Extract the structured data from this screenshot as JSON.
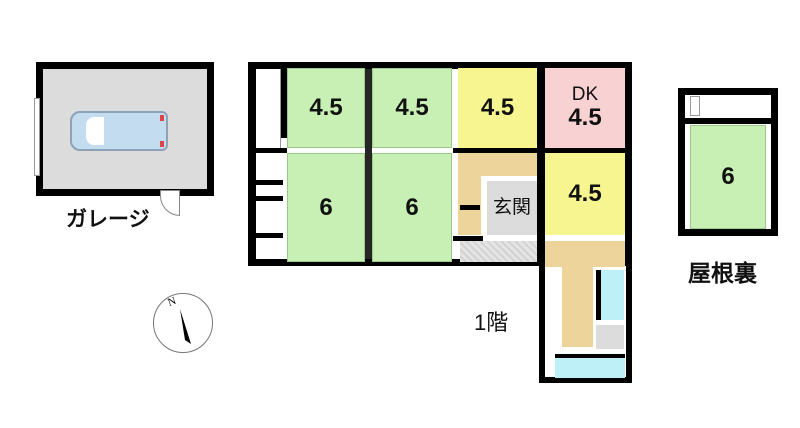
{
  "garage": {
    "label": "ガレージ"
  },
  "floor1": {
    "label": "1階",
    "rooms": [
      {
        "name": "washitsu-nw",
        "size": "4.5"
      },
      {
        "name": "washitsu-n",
        "size": "4.5"
      },
      {
        "name": "yoshitsu-n",
        "size": "4.5"
      },
      {
        "name": "dk",
        "type": "DK",
        "size": "4.5"
      },
      {
        "name": "washitsu-sw",
        "size": "6"
      },
      {
        "name": "washitsu-s",
        "size": "6"
      },
      {
        "name": "yoshitsu-e",
        "size": "4.5"
      }
    ],
    "entrance": "玄関"
  },
  "attic": {
    "label": "屋根裏",
    "room_size": "6"
  },
  "compass": {
    "north": "N"
  },
  "colors": {
    "tatami": "#c8f0b4",
    "flooring": "#f7f590",
    "dk": "#f8d2d2",
    "hall": "#ecd49a",
    "water": "#bdf0f7"
  }
}
